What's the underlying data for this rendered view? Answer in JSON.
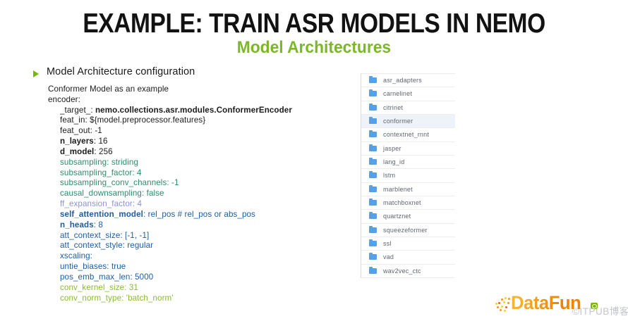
{
  "title": "EXAMPLE: TRAIN ASR MODELS IN NEMO",
  "subtitle": "Model Architectures",
  "section": {
    "heading": "Model Architecture configuration"
  },
  "colors": {
    "black": "#1b1b1b",
    "teal": "#2e8b6e",
    "periwinkle": "#8a93d8",
    "blue": "#1e5da0",
    "green": "#8aba35",
    "subtitle_green": "#7cb728",
    "accent_green": "#76b900",
    "folder_blue": "#55a1e8"
  },
  "code": {
    "lines": [
      {
        "indent": 0,
        "color": "black",
        "segments": [
          {
            "t": "Conformer Model as an example"
          }
        ]
      },
      {
        "indent": 0,
        "color": "black",
        "segments": [
          {
            "t": "encoder:"
          }
        ]
      },
      {
        "indent": 1,
        "color": "black",
        "segments": [
          {
            "t": "_target_: "
          },
          {
            "t": "nemo.collections.asr.modules.ConformerEncoder",
            "b": true
          }
        ]
      },
      {
        "indent": 1,
        "color": "black",
        "segments": [
          {
            "t": "feat_in: ${model.preprocessor.features}"
          }
        ]
      },
      {
        "indent": 1,
        "color": "black",
        "segments": [
          {
            "t": "feat_out: -1"
          }
        ]
      },
      {
        "indent": 1,
        "color": "black",
        "segments": [
          {
            "t": "n_layers",
            "b": true
          },
          {
            "t": ": 16"
          }
        ]
      },
      {
        "indent": 1,
        "color": "black",
        "segments": [
          {
            "t": "d_model",
            "b": true
          },
          {
            "t": ": 256"
          }
        ]
      },
      {
        "indent": 1,
        "color": "teal",
        "segments": [
          {
            "t": "subsampling: striding"
          }
        ]
      },
      {
        "indent": 1,
        "color": "teal",
        "segments": [
          {
            "t": "subsampling_factor: 4"
          }
        ]
      },
      {
        "indent": 1,
        "color": "teal",
        "segments": [
          {
            "t": "subsampling_conv_channels: -1"
          }
        ]
      },
      {
        "indent": 1,
        "color": "teal",
        "segments": [
          {
            "t": "causal_downsampling: false"
          }
        ]
      },
      {
        "indent": 1,
        "color": "periwinkle",
        "segments": [
          {
            "t": "ff_expansion_factor: 4"
          }
        ]
      },
      {
        "indent": 1,
        "color": "blue",
        "segments": [
          {
            "t": "self_attention_model",
            "b": true
          },
          {
            "t": ": rel_pos # rel_pos or abs_pos"
          }
        ]
      },
      {
        "indent": 1,
        "color": "blue",
        "segments": [
          {
            "t": "n_heads",
            "b": true
          },
          {
            "t": ": 8"
          }
        ]
      },
      {
        "indent": 1,
        "color": "blue",
        "segments": [
          {
            "t": "att_context_size: [-1, -1]"
          }
        ]
      },
      {
        "indent": 1,
        "color": "blue",
        "segments": [
          {
            "t": "att_context_style: regular"
          }
        ]
      },
      {
        "indent": 1,
        "color": "blue",
        "segments": [
          {
            "t": "xscaling:"
          }
        ]
      },
      {
        "indent": 1,
        "color": "blue",
        "segments": [
          {
            "t": "untie_biases: true"
          }
        ]
      },
      {
        "indent": 1,
        "color": "blue",
        "segments": [
          {
            "t": "pos_emb_max_len: 5000"
          }
        ]
      },
      {
        "indent": 1,
        "color": "green",
        "segments": [
          {
            "t": "conv_kernel_size: 31"
          }
        ]
      },
      {
        "indent": 1,
        "color": "green",
        "segments": [
          {
            "t": "conv_norm_type: 'batch_norm'"
          }
        ]
      }
    ]
  },
  "file_panel": {
    "items": [
      {
        "label": "asr_adapters",
        "highlighted": false
      },
      {
        "label": "carnelinet",
        "highlighted": false
      },
      {
        "label": "citrinet",
        "highlighted": false
      },
      {
        "label": "conformer",
        "highlighted": true
      },
      {
        "label": "contextnet_rnnt",
        "highlighted": false
      },
      {
        "label": "jasper",
        "highlighted": false
      },
      {
        "label": "lang_id",
        "highlighted": false
      },
      {
        "label": "lstm",
        "highlighted": false
      },
      {
        "label": "marblenet",
        "highlighted": false
      },
      {
        "label": "matchboxnet",
        "highlighted": false
      },
      {
        "label": "quartznet",
        "highlighted": false
      },
      {
        "label": "squeezeformer",
        "highlighted": false
      },
      {
        "label": "ssl",
        "highlighted": false
      },
      {
        "label": "vad",
        "highlighted": false
      },
      {
        "label": "wav2vec_ctc",
        "highlighted": false
      }
    ]
  },
  "footer": {
    "logo_text": "DataFun",
    "watermark": "©ITPUB博客"
  }
}
